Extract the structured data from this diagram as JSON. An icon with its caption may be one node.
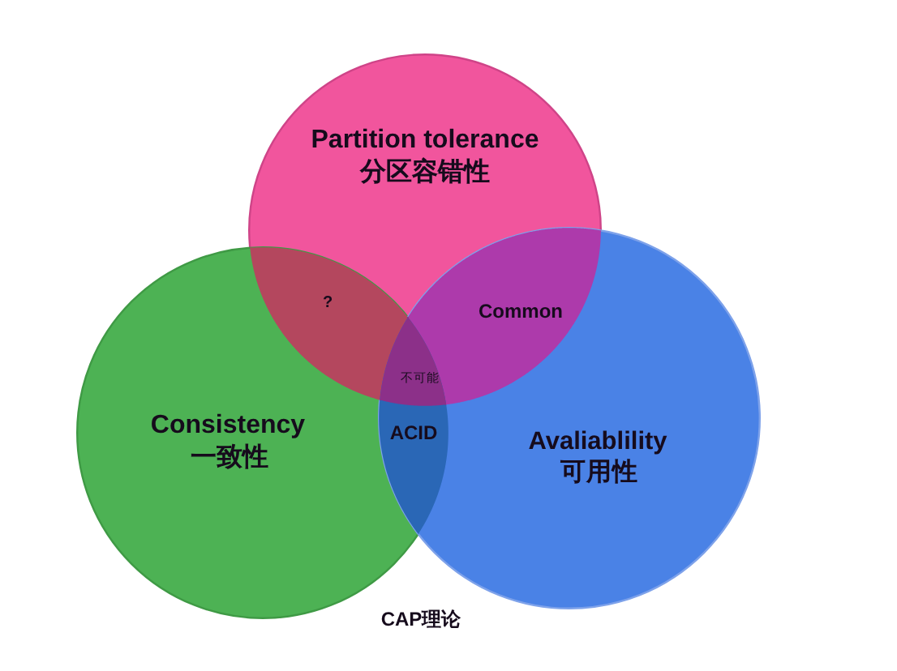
{
  "diagram": {
    "caption": "CAP理论",
    "nodes": [
      {
        "text": [
          "Partition tolerance",
          "分区容错性"
        ]
      },
      {
        "text": [
          "Consistency",
          "一致性"
        ]
      },
      {
        "text": [
          "Avaliablility",
          "可用性"
        ]
      }
    ],
    "labels": [
      "?",
      "Common",
      "不可能",
      "ACID"
    ]
  }
}
